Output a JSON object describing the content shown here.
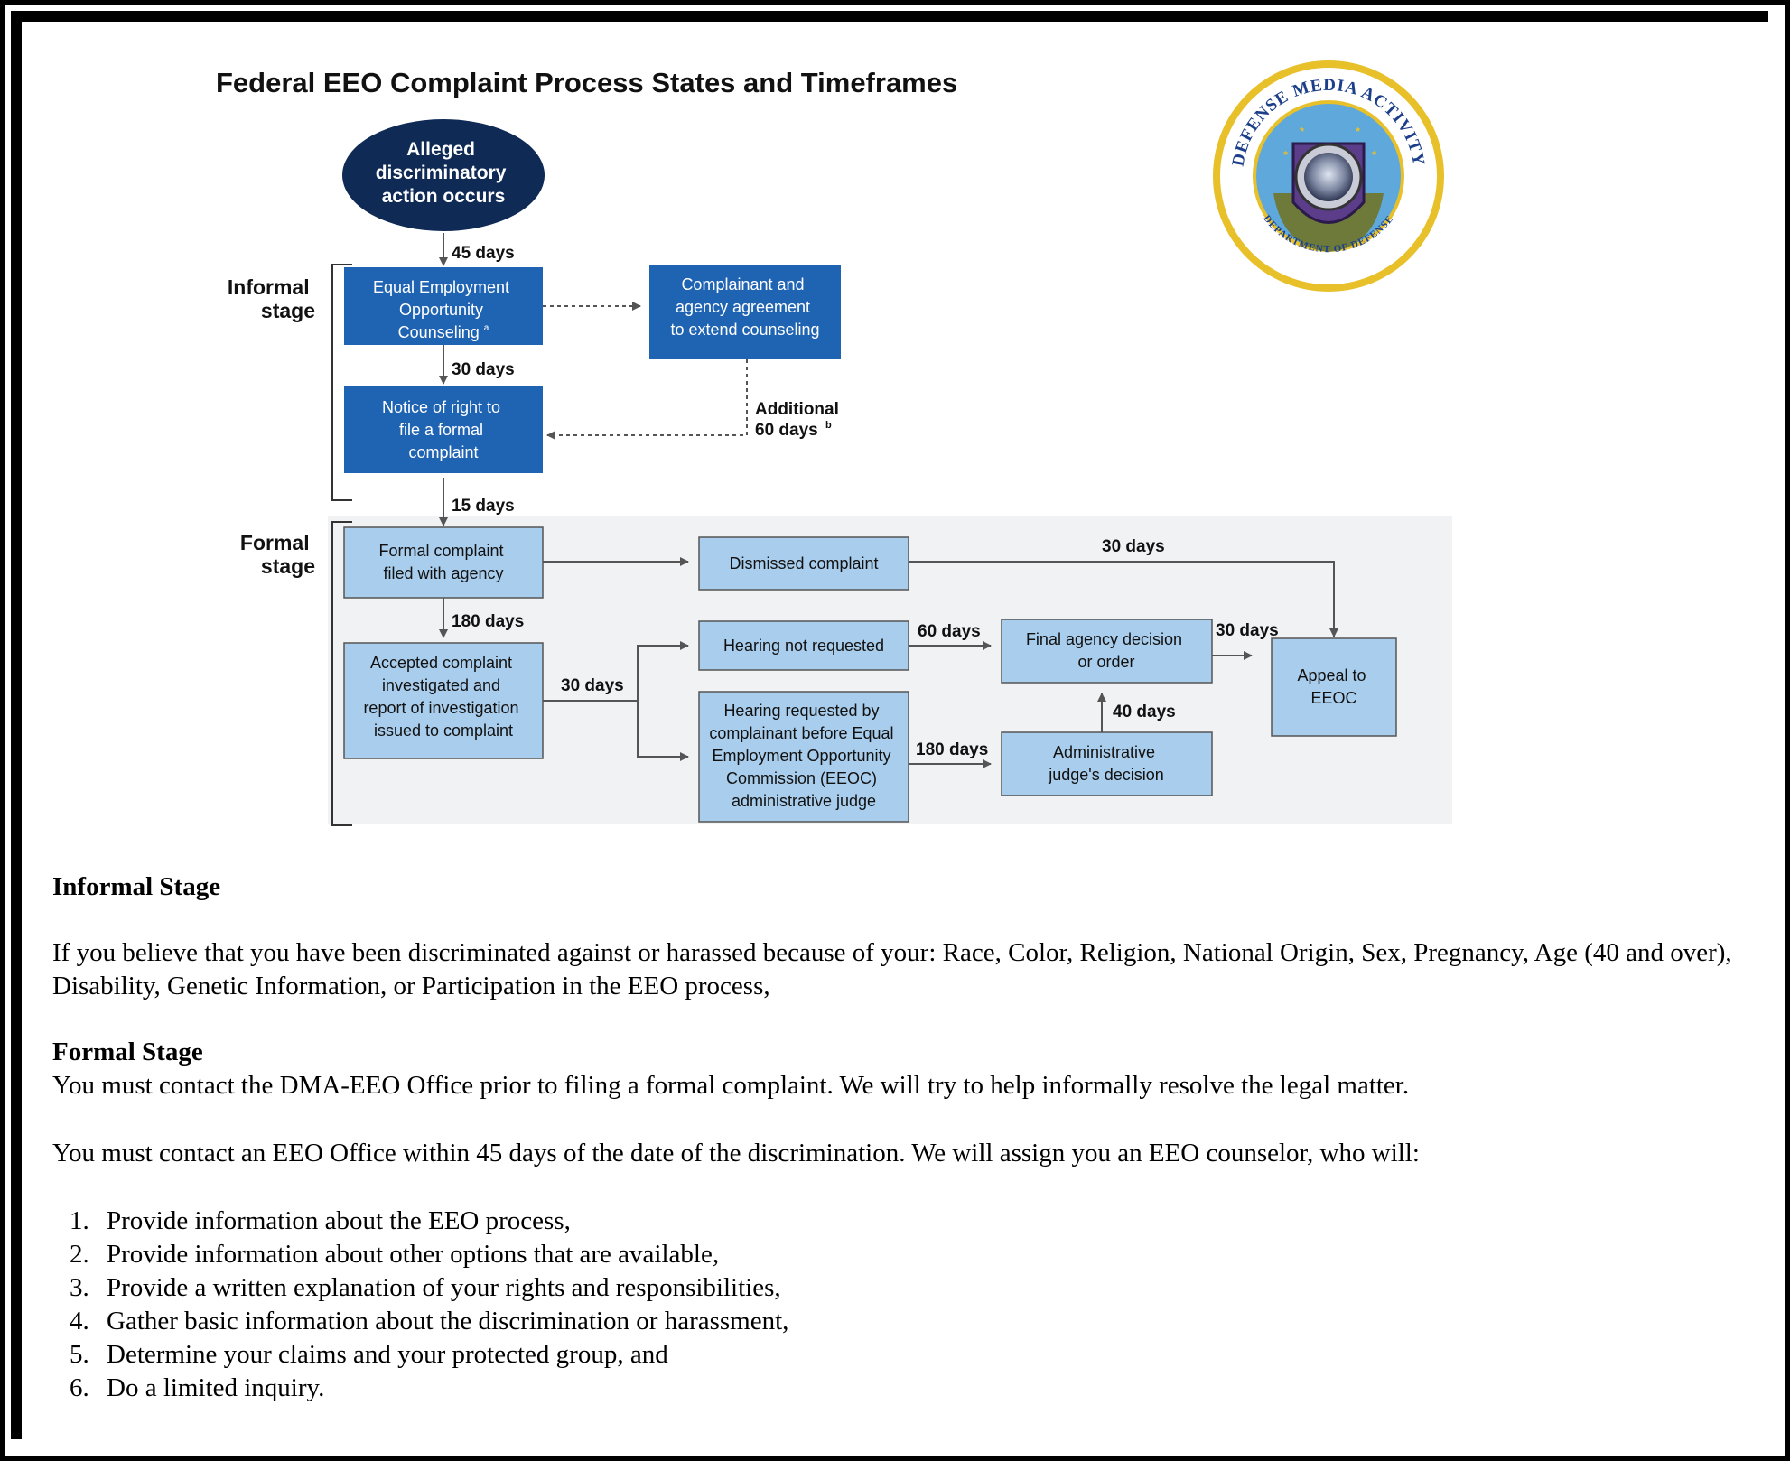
{
  "diagram": {
    "title": "Federal EEO Complaint Process States and Timeframes",
    "stage_labels": {
      "informal_line1": "Informal",
      "informal_line2": "stage",
      "formal_line1": "Formal",
      "formal_line2": "stage"
    },
    "nodes": {
      "start": [
        "Alleged",
        "discriminatory",
        "action occurs"
      ],
      "counseling": [
        "Equal Employment",
        "Opportunity",
        "Counseling"
      ],
      "counseling_sup": "a",
      "extend": [
        "Complainant and",
        "agency agreement",
        "to extend counseling"
      ],
      "notice": [
        "Notice of right to",
        "file a formal",
        "complaint"
      ],
      "formal_filed": [
        "Formal complaint",
        "filed with agency"
      ],
      "dismissed": [
        "Dismissed complaint"
      ],
      "accepted": [
        "Accepted complaint",
        "investigated and",
        "report of investigation",
        "issued to complaint"
      ],
      "hearing_not": [
        "Hearing not requested"
      ],
      "hearing_req": [
        "Hearing requested by",
        "complainant before Equal",
        "Employment Opportunity",
        "Commission (EEOC)",
        "administrative judge"
      ],
      "final_agency": [
        "Final agency decision",
        "or order"
      ],
      "admin_judge": [
        "Administrative",
        "judge's decision"
      ],
      "appeal": [
        "Appeal to",
        "EEOC"
      ]
    },
    "timeframes": {
      "d45": "45 days",
      "d30a": "30 days",
      "additional_line1": "Additional",
      "additional_line2": "60 days",
      "additional_sup": "b",
      "d15": "15 days",
      "d30_dismissed": "30 days",
      "d180_invest": "180 days",
      "d30_hearing": "30 days",
      "d60": "60 days",
      "d30_final": "30 days",
      "d40": "40 days",
      "d180_hearing": "180 days"
    }
  },
  "seal": {
    "top_text": "DEFENSE MEDIA ACTIVITY",
    "bottom_text": "DEPARTMENT OF DEFENSE"
  },
  "text": {
    "informal_heading": "Informal Stage",
    "informal_para": "If you believe that you have been discriminated against or harassed because of your: Race, Color, Religion, National Origin, Sex, Pregnancy, Age (40 and over), Disability, Genetic Information, or Participation in the EEO process,",
    "formal_heading": "Formal Stage",
    "formal_para1": "You must contact the DMA-EEO Office prior to filing a formal complaint. We will try to help informally resolve the legal matter.",
    "formal_para2": "You must contact an EEO Office within 45 days of the date of the discrimination. We will assign you an EEO counselor, who will:",
    "counselor_items": [
      "Provide information about the EEO process,",
      "Provide information about other options that are available,",
      "Provide a written explanation of your rights and responsibilities,",
      "Gather basic information about the discrimination or harassment,",
      "Determine your claims and your protected group, and",
      "Do a limited inquiry."
    ]
  },
  "colors": {
    "dark_box": "#1f63b3",
    "light_box": "#a9cdec",
    "start_oval": "#0e2a55",
    "formal_bg": "#f1f2f4",
    "seal_navy": "#1d3f8a",
    "seal_gold": "#e8c12a"
  }
}
